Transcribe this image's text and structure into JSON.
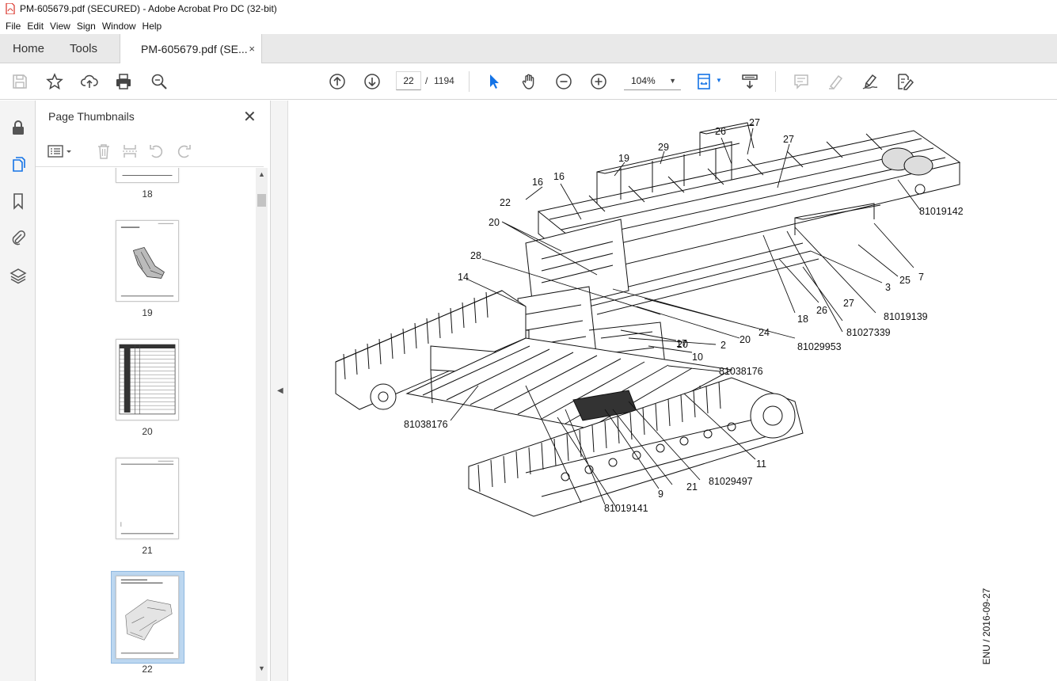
{
  "window": {
    "title": "PM-605679.pdf (SECURED) - Adobe Acrobat Pro DC (32-bit)"
  },
  "menu": [
    "File",
    "Edit",
    "View",
    "Sign",
    "Window",
    "Help"
  ],
  "tabs": {
    "home": "Home",
    "tools": "Tools",
    "document": "PM-605679.pdf (SE...",
    "close_glyph": "×"
  },
  "toolbar": {
    "current_page": "22",
    "page_separator": "/",
    "total_pages": "1194",
    "zoom": "104%",
    "icons": [
      "save-icon",
      "star-icon",
      "upload-icon",
      "print-icon",
      "zoom-search-icon",
      "page-up-icon",
      "page-down-icon",
      "select-arrow-icon",
      "hand-icon",
      "zoom-out-icon",
      "zoom-in-icon",
      "fit-page-icon",
      "scroll-mode-icon",
      "comment-icon",
      "highlight-icon",
      "sign-icon",
      "edit-pdf-icon"
    ]
  },
  "left_rail": [
    "lock-icon",
    "page-thumbnails-icon",
    "bookmark-icon",
    "attachment-icon",
    "layers-icon"
  ],
  "thumbnails_panel": {
    "title": "Page Thumbnails",
    "close_glyph": "✕",
    "pages": [
      {
        "label": "18"
      },
      {
        "label": "19"
      },
      {
        "label": "20"
      },
      {
        "label": "21"
      },
      {
        "label": "22",
        "selected": true
      }
    ]
  },
  "document": {
    "callouts": [
      "26",
      "27",
      "27",
      "29",
      "19",
      "16",
      "16",
      "22",
      "81019142",
      "20",
      "20",
      "28",
      "14",
      "7",
      "25",
      "3",
      "18",
      "26",
      "27",
      "81019139",
      "81027339",
      "24",
      "20",
      "17",
      "2",
      "81029953",
      "10",
      "81038176",
      "81038176",
      "11",
      "81029497",
      "21",
      "9",
      "81019141"
    ],
    "date_stamp": "ENU / 2016-09-27"
  },
  "colors": {
    "accent": "#1473e6",
    "tab_bar": "#e9e9e9",
    "selected_thumb": "#bcd7f0",
    "pdf_icon": "#d93025"
  }
}
